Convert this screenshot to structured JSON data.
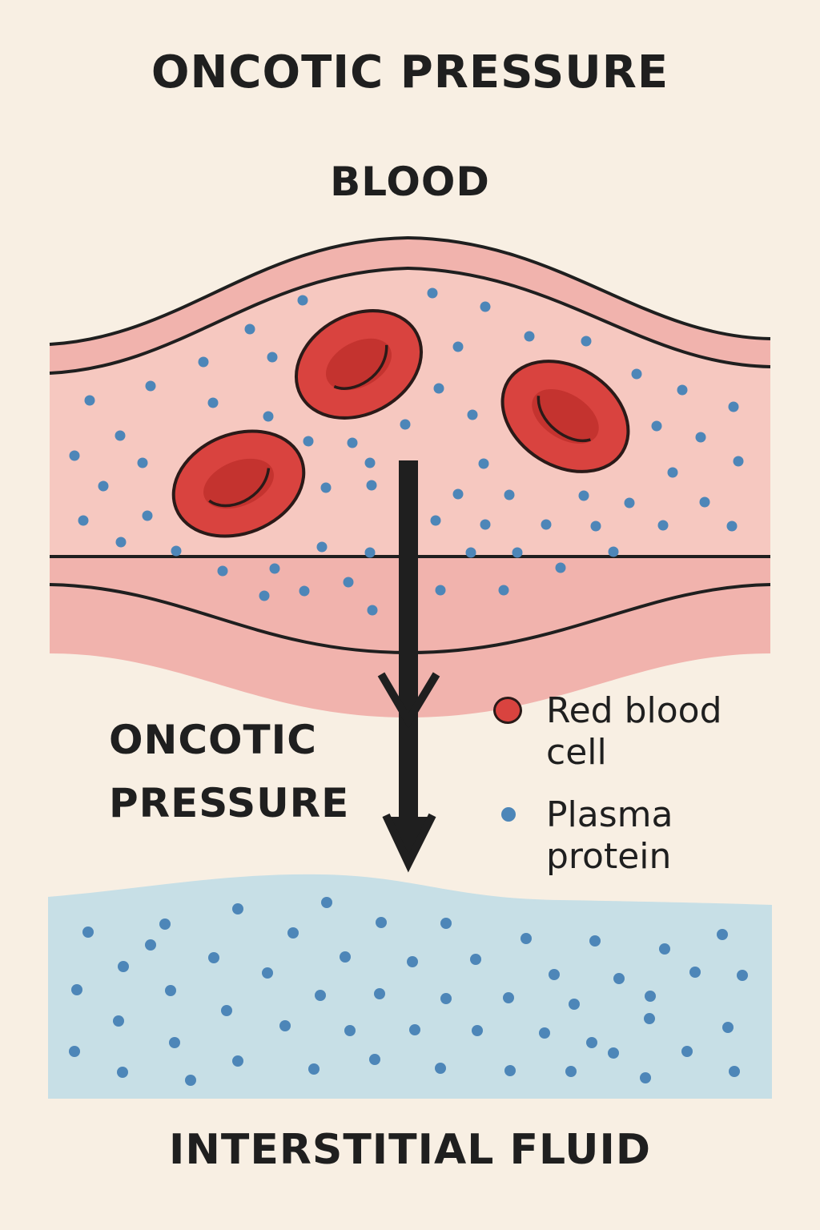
{
  "title": "ONCOTIC PRESSURE",
  "compartments": {
    "top": "BLOOD",
    "bottom": "INTERSTITIAL FLUID"
  },
  "arrow_label": [
    "ONCOTIC",
    "PRESSURE"
  ],
  "legend": {
    "red_blood_cell": [
      "Red blood",
      "cell"
    ],
    "plasma_protein": [
      "Plasma",
      "protein"
    ]
  },
  "colors": {
    "background": "#f8efe3",
    "vessel_wall": "#f1b3ad",
    "blood_plasma": "#f6c8c0",
    "red_blood_cell": "#d9433f",
    "plasma_protein": "#4d86b8",
    "interstitial_fluid": "#c7dfe6",
    "outline": "#1f1f1f"
  }
}
